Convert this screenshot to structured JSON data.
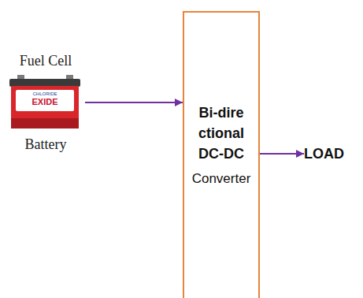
{
  "diagram": {
    "nodes": [
      {
        "text": [
          "Fuel Cell",
          "Battery"
        ]
      },
      {
        "text": [
          "Bi-directional DC-DC",
          "Converter"
        ]
      },
      {
        "text": [
          "LOAD"
        ]
      }
    ],
    "edges": [
      {
        "from": 0,
        "to": 1,
        "arrow": "to"
      },
      {
        "from": 1,
        "to": 2,
        "arrow": "to"
      }
    ],
    "labels": [
      "CHLORIDE",
      "EXIDE"
    ]
  }
}
